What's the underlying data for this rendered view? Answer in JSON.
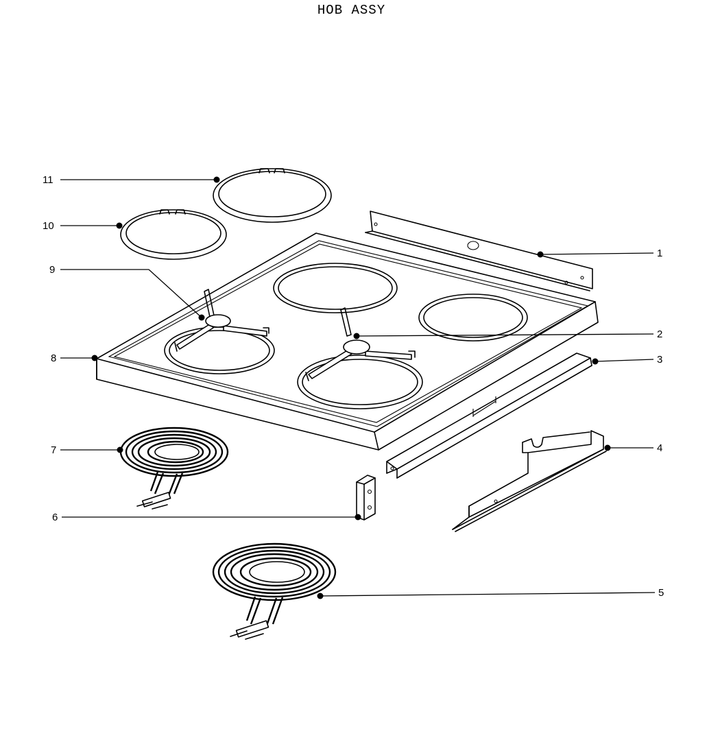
{
  "title": "HOB ASSY",
  "callouts": [
    {
      "id": "c1",
      "label": "1"
    },
    {
      "id": "c2",
      "label": "2"
    },
    {
      "id": "c3",
      "label": "3"
    },
    {
      "id": "c4",
      "label": "4"
    },
    {
      "id": "c5",
      "label": "5"
    },
    {
      "id": "c6",
      "label": "6"
    },
    {
      "id": "c7",
      "label": "7"
    },
    {
      "id": "c8",
      "label": "8"
    },
    {
      "id": "c9",
      "label": "9"
    },
    {
      "id": "c10",
      "label": "10"
    },
    {
      "id": "c11",
      "label": "11"
    }
  ]
}
